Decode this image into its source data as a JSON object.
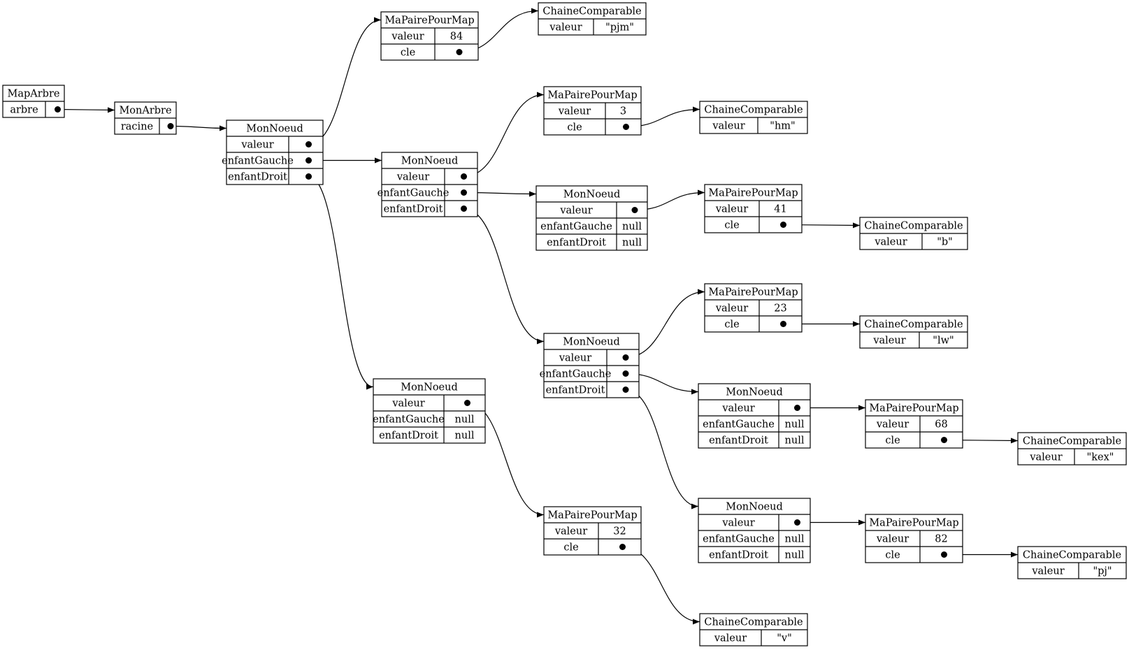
{
  "diagram": {
    "nodes": [
      {
        "id": "maparbre",
        "title": "MapArbre",
        "rows": [
          {
            "label": "arbre",
            "value": "•"
          }
        ]
      },
      {
        "id": "monarbre",
        "title": "MonArbre",
        "rows": [
          {
            "label": "racine",
            "value": "•"
          }
        ]
      },
      {
        "id": "n_root",
        "title": "MonNoeud",
        "rows": [
          {
            "label": "valeur",
            "value": "•"
          },
          {
            "label": "enfantGauche",
            "value": "•"
          },
          {
            "label": "enfantDroit",
            "value": "•"
          }
        ]
      },
      {
        "id": "p84",
        "title": "MaPairePourMap",
        "rows": [
          {
            "label": "valeur",
            "value": "84"
          },
          {
            "label": "cle",
            "value": "•"
          }
        ]
      },
      {
        "id": "c_pjm",
        "title": "ChaineComparable",
        "rows": [
          {
            "label": "valeur",
            "value": "\"pjm\""
          }
        ]
      },
      {
        "id": "n_left",
        "title": "MonNoeud",
        "rows": [
          {
            "label": "valeur",
            "value": "•"
          },
          {
            "label": "enfantGauche",
            "value": "•"
          },
          {
            "label": "enfantDroit",
            "value": "•"
          }
        ]
      },
      {
        "id": "p3",
        "title": "MaPairePourMap",
        "rows": [
          {
            "label": "valeur",
            "value": "3"
          },
          {
            "label": "cle",
            "value": "•"
          }
        ]
      },
      {
        "id": "c_hm",
        "title": "ChaineComparable",
        "rows": [
          {
            "label": "valeur",
            "value": "\"hm\""
          }
        ]
      },
      {
        "id": "n_ll",
        "title": "MonNoeud",
        "rows": [
          {
            "label": "valeur",
            "value": "•"
          },
          {
            "label": "enfantGauche",
            "value": "null"
          },
          {
            "label": "enfantDroit",
            "value": "null"
          }
        ]
      },
      {
        "id": "p41",
        "title": "MaPairePourMap",
        "rows": [
          {
            "label": "valeur",
            "value": "41"
          },
          {
            "label": "cle",
            "value": "•"
          }
        ]
      },
      {
        "id": "c_b",
        "title": "ChaineComparable",
        "rows": [
          {
            "label": "valeur",
            "value": "\"b\""
          }
        ]
      },
      {
        "id": "n_lr",
        "title": "MonNoeud",
        "rows": [
          {
            "label": "valeur",
            "value": "•"
          },
          {
            "label": "enfantGauche",
            "value": "•"
          },
          {
            "label": "enfantDroit",
            "value": "•"
          }
        ]
      },
      {
        "id": "p23",
        "title": "MaPairePourMap",
        "rows": [
          {
            "label": "valeur",
            "value": "23"
          },
          {
            "label": "cle",
            "value": "•"
          }
        ]
      },
      {
        "id": "c_lw",
        "title": "ChaineComparable",
        "rows": [
          {
            "label": "valeur",
            "value": "\"lw\""
          }
        ]
      },
      {
        "id": "n_lrl",
        "title": "MonNoeud",
        "rows": [
          {
            "label": "valeur",
            "value": "•"
          },
          {
            "label": "enfantGauche",
            "value": "null"
          },
          {
            "label": "enfantDroit",
            "value": "null"
          }
        ]
      },
      {
        "id": "p68",
        "title": "MaPairePourMap",
        "rows": [
          {
            "label": "valeur",
            "value": "68"
          },
          {
            "label": "cle",
            "value": "•"
          }
        ]
      },
      {
        "id": "c_kex",
        "title": "ChaineComparable",
        "rows": [
          {
            "label": "valeur",
            "value": "\"kex\""
          }
        ]
      },
      {
        "id": "n_lrr",
        "title": "MonNoeud",
        "rows": [
          {
            "label": "valeur",
            "value": "•"
          },
          {
            "label": "enfantGauche",
            "value": "null"
          },
          {
            "label": "enfantDroit",
            "value": "null"
          }
        ]
      },
      {
        "id": "p82",
        "title": "MaPairePourMap",
        "rows": [
          {
            "label": "valeur",
            "value": "82"
          },
          {
            "label": "cle",
            "value": "•"
          }
        ]
      },
      {
        "id": "c_pj",
        "title": "ChaineComparable",
        "rows": [
          {
            "label": "valeur",
            "value": "\"pj\""
          }
        ]
      },
      {
        "id": "n_r",
        "title": "MonNoeud",
        "rows": [
          {
            "label": "valeur",
            "value": "•"
          },
          {
            "label": "enfantGauche",
            "value": "null"
          },
          {
            "label": "enfantDroit",
            "value": "null"
          }
        ]
      },
      {
        "id": "p32",
        "title": "MaPairePourMap",
        "rows": [
          {
            "label": "valeur",
            "value": "32"
          },
          {
            "label": "cle",
            "value": "•"
          }
        ]
      },
      {
        "id": "c_v",
        "title": "ChaineComparable",
        "rows": [
          {
            "label": "valeur",
            "value": "\"v\""
          }
        ]
      }
    ],
    "edges": [
      {
        "from": "maparbre",
        "row": 0,
        "to": "monarbre"
      },
      {
        "from": "monarbre",
        "row": 0,
        "to": "n_root"
      },
      {
        "from": "n_root",
        "row": 0,
        "to": "p84"
      },
      {
        "from": "p84",
        "row": 1,
        "to": "c_pjm"
      },
      {
        "from": "n_root",
        "row": 1,
        "to": "n_left"
      },
      {
        "from": "n_root",
        "row": 2,
        "to": "n_r"
      },
      {
        "from": "n_left",
        "row": 0,
        "to": "p3"
      },
      {
        "from": "p3",
        "row": 1,
        "to": "c_hm"
      },
      {
        "from": "n_left",
        "row": 1,
        "to": "n_ll"
      },
      {
        "from": "n_ll",
        "row": 0,
        "to": "p41"
      },
      {
        "from": "p41",
        "row": 1,
        "to": "c_b"
      },
      {
        "from": "n_left",
        "row": 2,
        "to": "n_lr"
      },
      {
        "from": "n_lr",
        "row": 0,
        "to": "p23"
      },
      {
        "from": "p23",
        "row": 1,
        "to": "c_lw"
      },
      {
        "from": "n_lr",
        "row": 1,
        "to": "n_lrl"
      },
      {
        "from": "n_lrl",
        "row": 0,
        "to": "p68"
      },
      {
        "from": "p68",
        "row": 1,
        "to": "c_kex"
      },
      {
        "from": "n_lr",
        "row": 2,
        "to": "n_lrr"
      },
      {
        "from": "n_lrr",
        "row": 0,
        "to": "p82"
      },
      {
        "from": "p82",
        "row": 1,
        "to": "c_pj"
      },
      {
        "from": "n_r",
        "row": 0,
        "to": "p32"
      },
      {
        "from": "p32",
        "row": 1,
        "to": "c_v"
      }
    ]
  }
}
